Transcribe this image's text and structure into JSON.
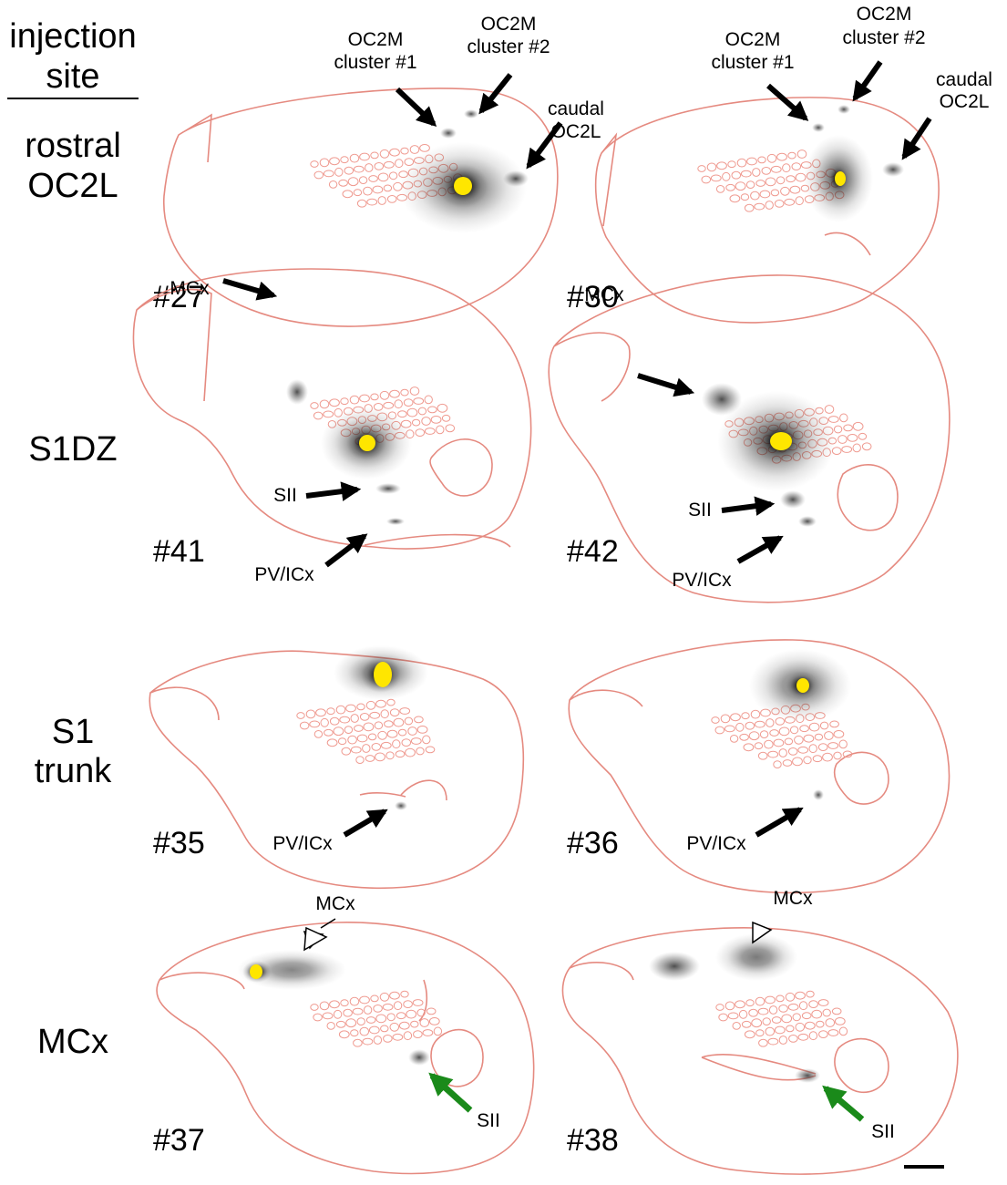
{
  "header": {
    "line1": "injection",
    "line2": "site"
  },
  "colors": {
    "outline": "#e58a80",
    "barrel": "#ef9a90",
    "injection": "#ffe600",
    "label_halo": "#222222",
    "arrow": "#000000",
    "arrow_green": "#1a8a1a"
  },
  "rows": [
    {
      "label_lines": [
        "rostral",
        "OC2L"
      ],
      "panels": [
        {
          "case": "#27",
          "annotations": [
            {
              "lines": [
                "OC2M",
                "cluster #1"
              ]
            },
            {
              "lines": [
                "OC2M",
                "cluster #2"
              ]
            },
            {
              "lines": [
                "caudal",
                "OC2L"
              ]
            }
          ]
        },
        {
          "case": "#30",
          "annotations": [
            {
              "lines": [
                "OC2M",
                "cluster #1"
              ]
            },
            {
              "lines": [
                "OC2M",
                "cluster #2"
              ]
            },
            {
              "lines": [
                "caudal",
                "OC2L"
              ]
            }
          ]
        }
      ]
    },
    {
      "label_lines": [
        "S1DZ"
      ],
      "panels": [
        {
          "case": "#41",
          "annotations": [
            {
              "lines": [
                "MCx"
              ]
            },
            {
              "lines": [
                "SII"
              ]
            },
            {
              "lines": [
                "PV/ICx"
              ]
            }
          ]
        },
        {
          "case": "#42",
          "annotations": [
            {
              "lines": [
                "MCx"
              ]
            },
            {
              "lines": [
                "SII"
              ]
            },
            {
              "lines": [
                "PV/ICx"
              ]
            }
          ]
        }
      ]
    },
    {
      "label_lines": [
        "S1",
        "trunk"
      ],
      "panels": [
        {
          "case": "#35",
          "annotations": [
            {
              "lines": [
                "PV/ICx"
              ]
            }
          ]
        },
        {
          "case": "#36",
          "annotations": [
            {
              "lines": [
                "PV/ICx"
              ]
            }
          ]
        }
      ]
    },
    {
      "label_lines": [
        "MCx"
      ],
      "panels": [
        {
          "case": "#37",
          "annotations": [
            {
              "lines": [
                "MCx"
              ]
            },
            {
              "lines": [
                "SII"
              ]
            }
          ]
        },
        {
          "case": "#38",
          "annotations": [
            {
              "lines": [
                "MCx"
              ]
            },
            {
              "lines": [
                "SII"
              ]
            }
          ]
        }
      ]
    }
  ]
}
